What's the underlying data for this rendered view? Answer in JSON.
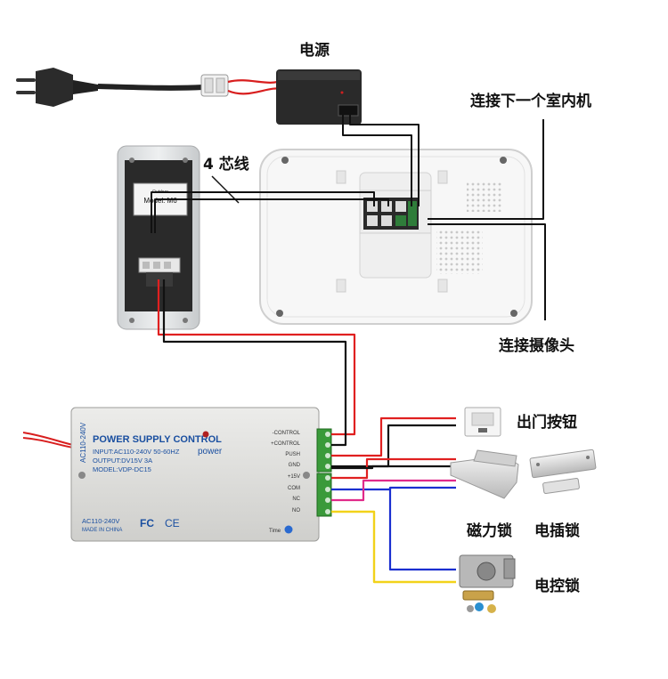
{
  "labels": {
    "power_source": "电源",
    "next_indoor_unit": "连接下一个室内机",
    "four_core_wire": "4 芯线",
    "connect_camera": "连接摄像头",
    "exit_button": "出门按钮",
    "magnetic_lock": "磁力锁",
    "electric_bolt_lock": "电插锁",
    "electric_control_lock": "电控锁"
  },
  "outdoor_unit": {
    "model_plate": "Model: M6",
    "brand_plate": "Outdoor"
  },
  "power_supply": {
    "side_label": "AC110-240V",
    "title": "POWER SUPPLY CONTROL",
    "power_label": "power",
    "spec_input": "INPUT:AC110-240V 50-60HZ",
    "spec_output": "OUTPUT:DV15V 3A",
    "spec_model": "MODEL:VDP-DC15",
    "bottom_voltage": "AC110-240V",
    "made_in": "MADE IN CHINA",
    "cert_fc": "FC",
    "cert_ce": "CE",
    "time_label": "Time",
    "terminals": [
      "-CONTROL",
      "+CONTROL",
      "PUSH",
      "GND",
      "+15V",
      "COM",
      "NC",
      "NO"
    ]
  },
  "colors": {
    "wire_red": "#e02020",
    "wire_black": "#111111",
    "wire_blue": "#1a2fd0",
    "wire_pink": "#e02a8a",
    "wire_yellow": "#f2d21a",
    "terminal_green": "#3a9a3a",
    "psu_body": "#e4e4e2"
  }
}
